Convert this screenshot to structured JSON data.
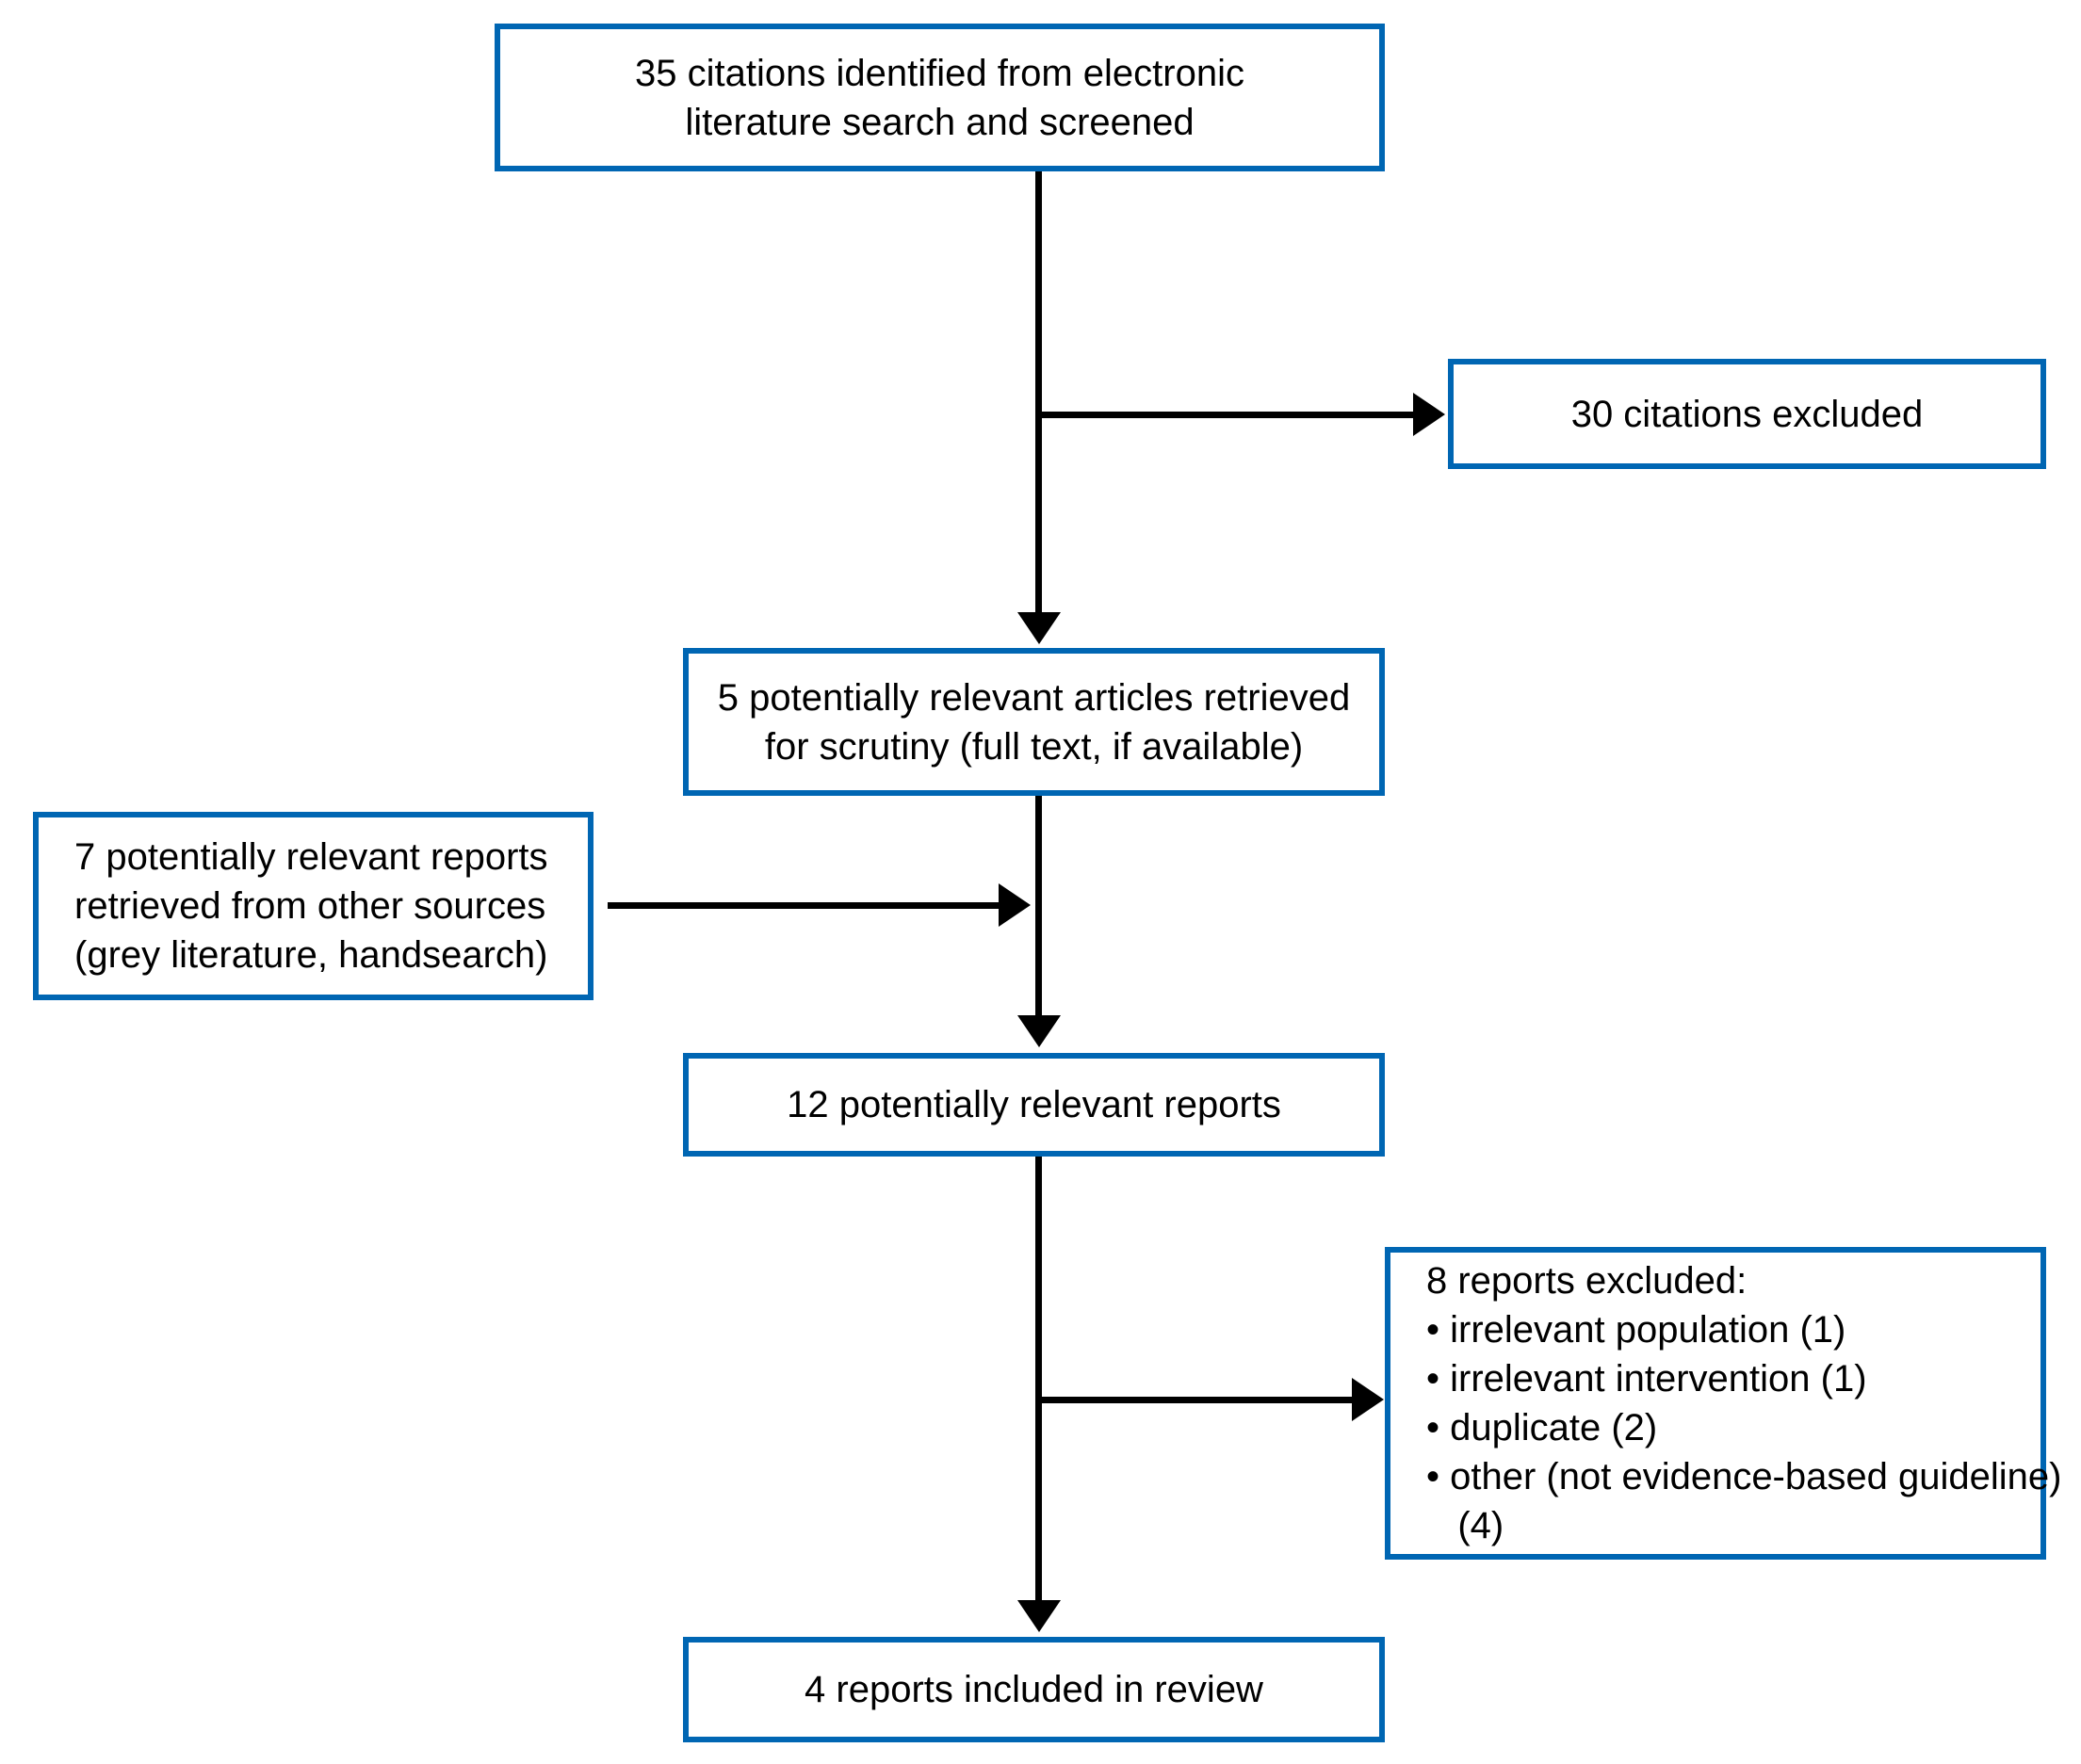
{
  "diagram": {
    "type": "prisma-flow-diagram",
    "accent_color": "#0066b3",
    "connector_color": "#000000",
    "background": "#ffffff",
    "nodes": {
      "identified": {
        "id": "identified",
        "line1": "35 citations identified from electronic",
        "line2": "literature search and screened",
        "count": 35
      },
      "citations_excluded": {
        "id": "citations-excluded",
        "line1": "30 citations excluded",
        "count": 30
      },
      "retrieved": {
        "id": "articles-retrieved",
        "line1": "5 potentially relevant articles retrieved",
        "line2": "for scrutiny (full text, if available)",
        "count": 5
      },
      "other_sources": {
        "id": "other-sources",
        "line1": "7 potentially relevant reports",
        "line2": "retrieved from other sources",
        "line3": "(grey literature, handsearch)",
        "count": 7
      },
      "potentially_relevant": {
        "id": "potentially-relevant-reports",
        "line1": "12 potentially relevant reports",
        "count": 12
      },
      "reports_excluded": {
        "id": "reports-excluded",
        "heading": "8 reports excluded:",
        "count": 8,
        "reasons": [
          "• irrelevant population (1)",
          "• irrelevant intervention (1)",
          "• duplicate (2)",
          "• other (not evidence-based guideline)",
          "   (4)"
        ]
      },
      "included": {
        "id": "reports-included",
        "line1": "4 reports included in review",
        "count": 4
      }
    },
    "connectors": [
      {
        "name": "identified-to-retrieved",
        "kind": "vertical-arrow"
      },
      {
        "name": "identified-to-citations-excluded",
        "kind": "horizontal-arrow"
      },
      {
        "name": "retrieved-to-potentially-relevant",
        "kind": "vertical-arrow"
      },
      {
        "name": "other-sources-to-merge",
        "kind": "horizontal-arrow"
      },
      {
        "name": "potentially-relevant-to-included",
        "kind": "vertical-arrow"
      },
      {
        "name": "potentially-relevant-to-reports-excluded",
        "kind": "horizontal-arrow"
      }
    ]
  }
}
